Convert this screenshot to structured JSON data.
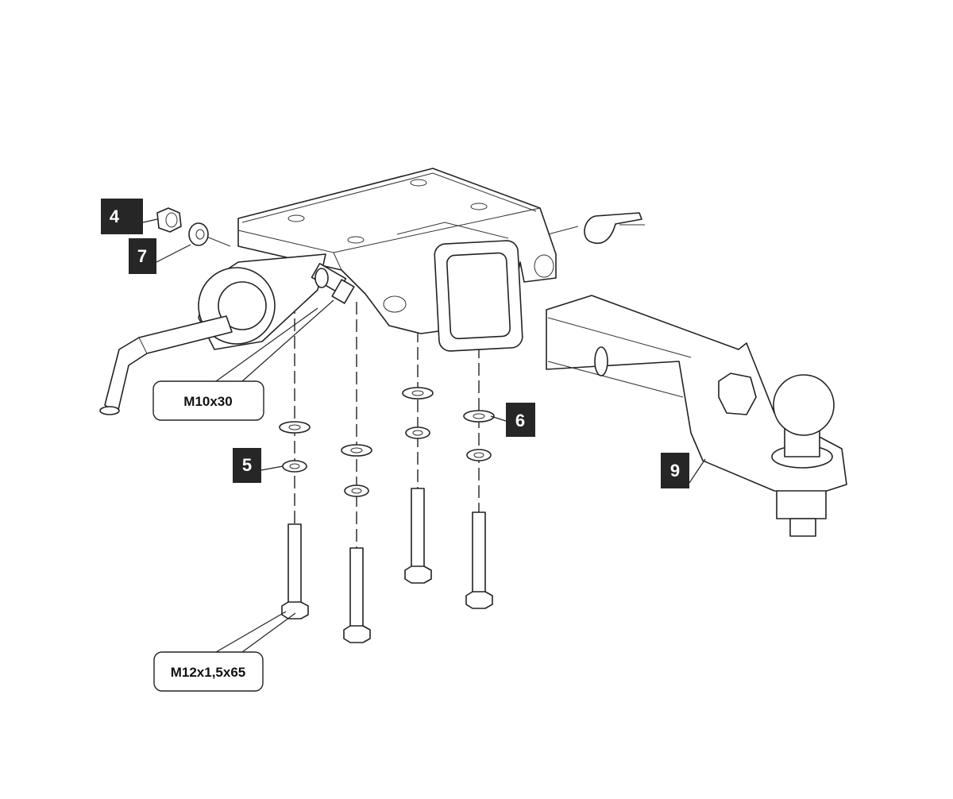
{
  "diagram": {
    "type": "exploded assembly drawing",
    "part_tags": {
      "nut": "4",
      "washer_small": "7",
      "spring_washer": "5",
      "flat_washer": "6",
      "ball_mount": "9"
    },
    "specs": {
      "bracket_bolt": "M10x30",
      "mount_bolt": "M12x1,5x65"
    }
  }
}
